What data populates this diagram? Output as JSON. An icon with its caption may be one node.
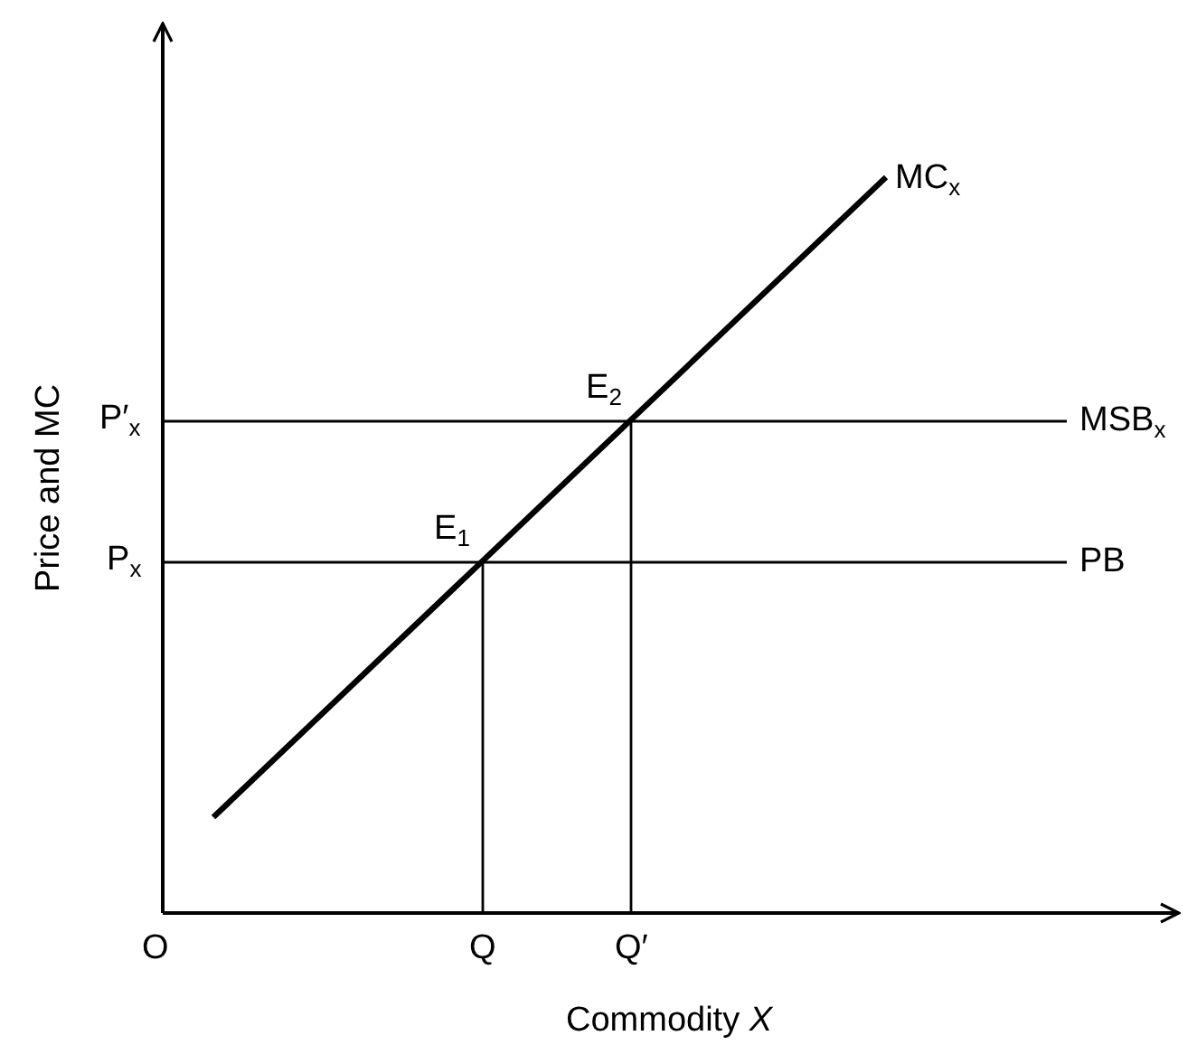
{
  "diagram": {
    "labels": [
      "MC$_{x}$",
      "P′$_{x}$",
      "E$_{2}$",
      "MSB$_{x}$",
      "E$_{1}$",
      "P$_{x}$",
      "PB",
      "Price and MC",
      "O",
      "Q",
      "Q′",
      "Commodity *X*"
    ]
  }
}
